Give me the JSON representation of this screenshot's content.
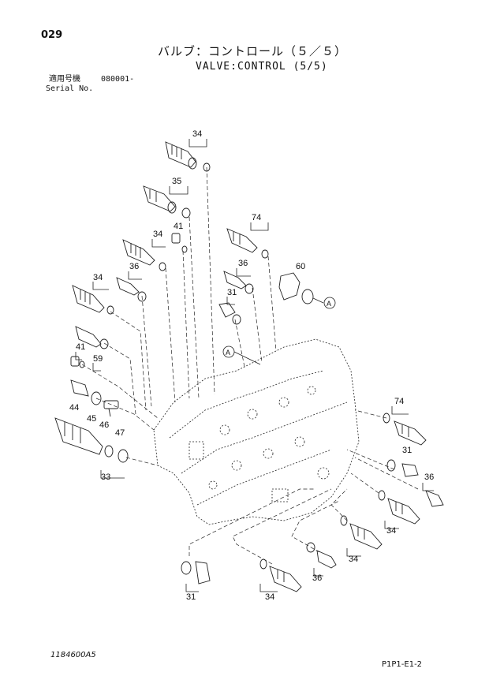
{
  "header": {
    "page_number": "029",
    "title_jp": "バルブ：コントロール（５／５）",
    "title_en": "VALVE:CONTROL (5/5)",
    "serial_label_jp": "適用号機",
    "serial_value": "080001-",
    "serial_label_en": "Serial No."
  },
  "diagram": {
    "part_labels": [
      "34",
      "35",
      "41",
      "34",
      "36",
      "74",
      "36",
      "31",
      "60",
      "34",
      "41",
      "59",
      "44",
      "45",
      "46",
      "47",
      "33",
      "74",
      "31",
      "36",
      "34",
      "34",
      "36",
      "31",
      "34"
    ],
    "callouts": [
      "A",
      "A"
    ]
  },
  "footer": {
    "drawing_number": "1184600A5",
    "page_code": "P1P1-E1-2"
  }
}
